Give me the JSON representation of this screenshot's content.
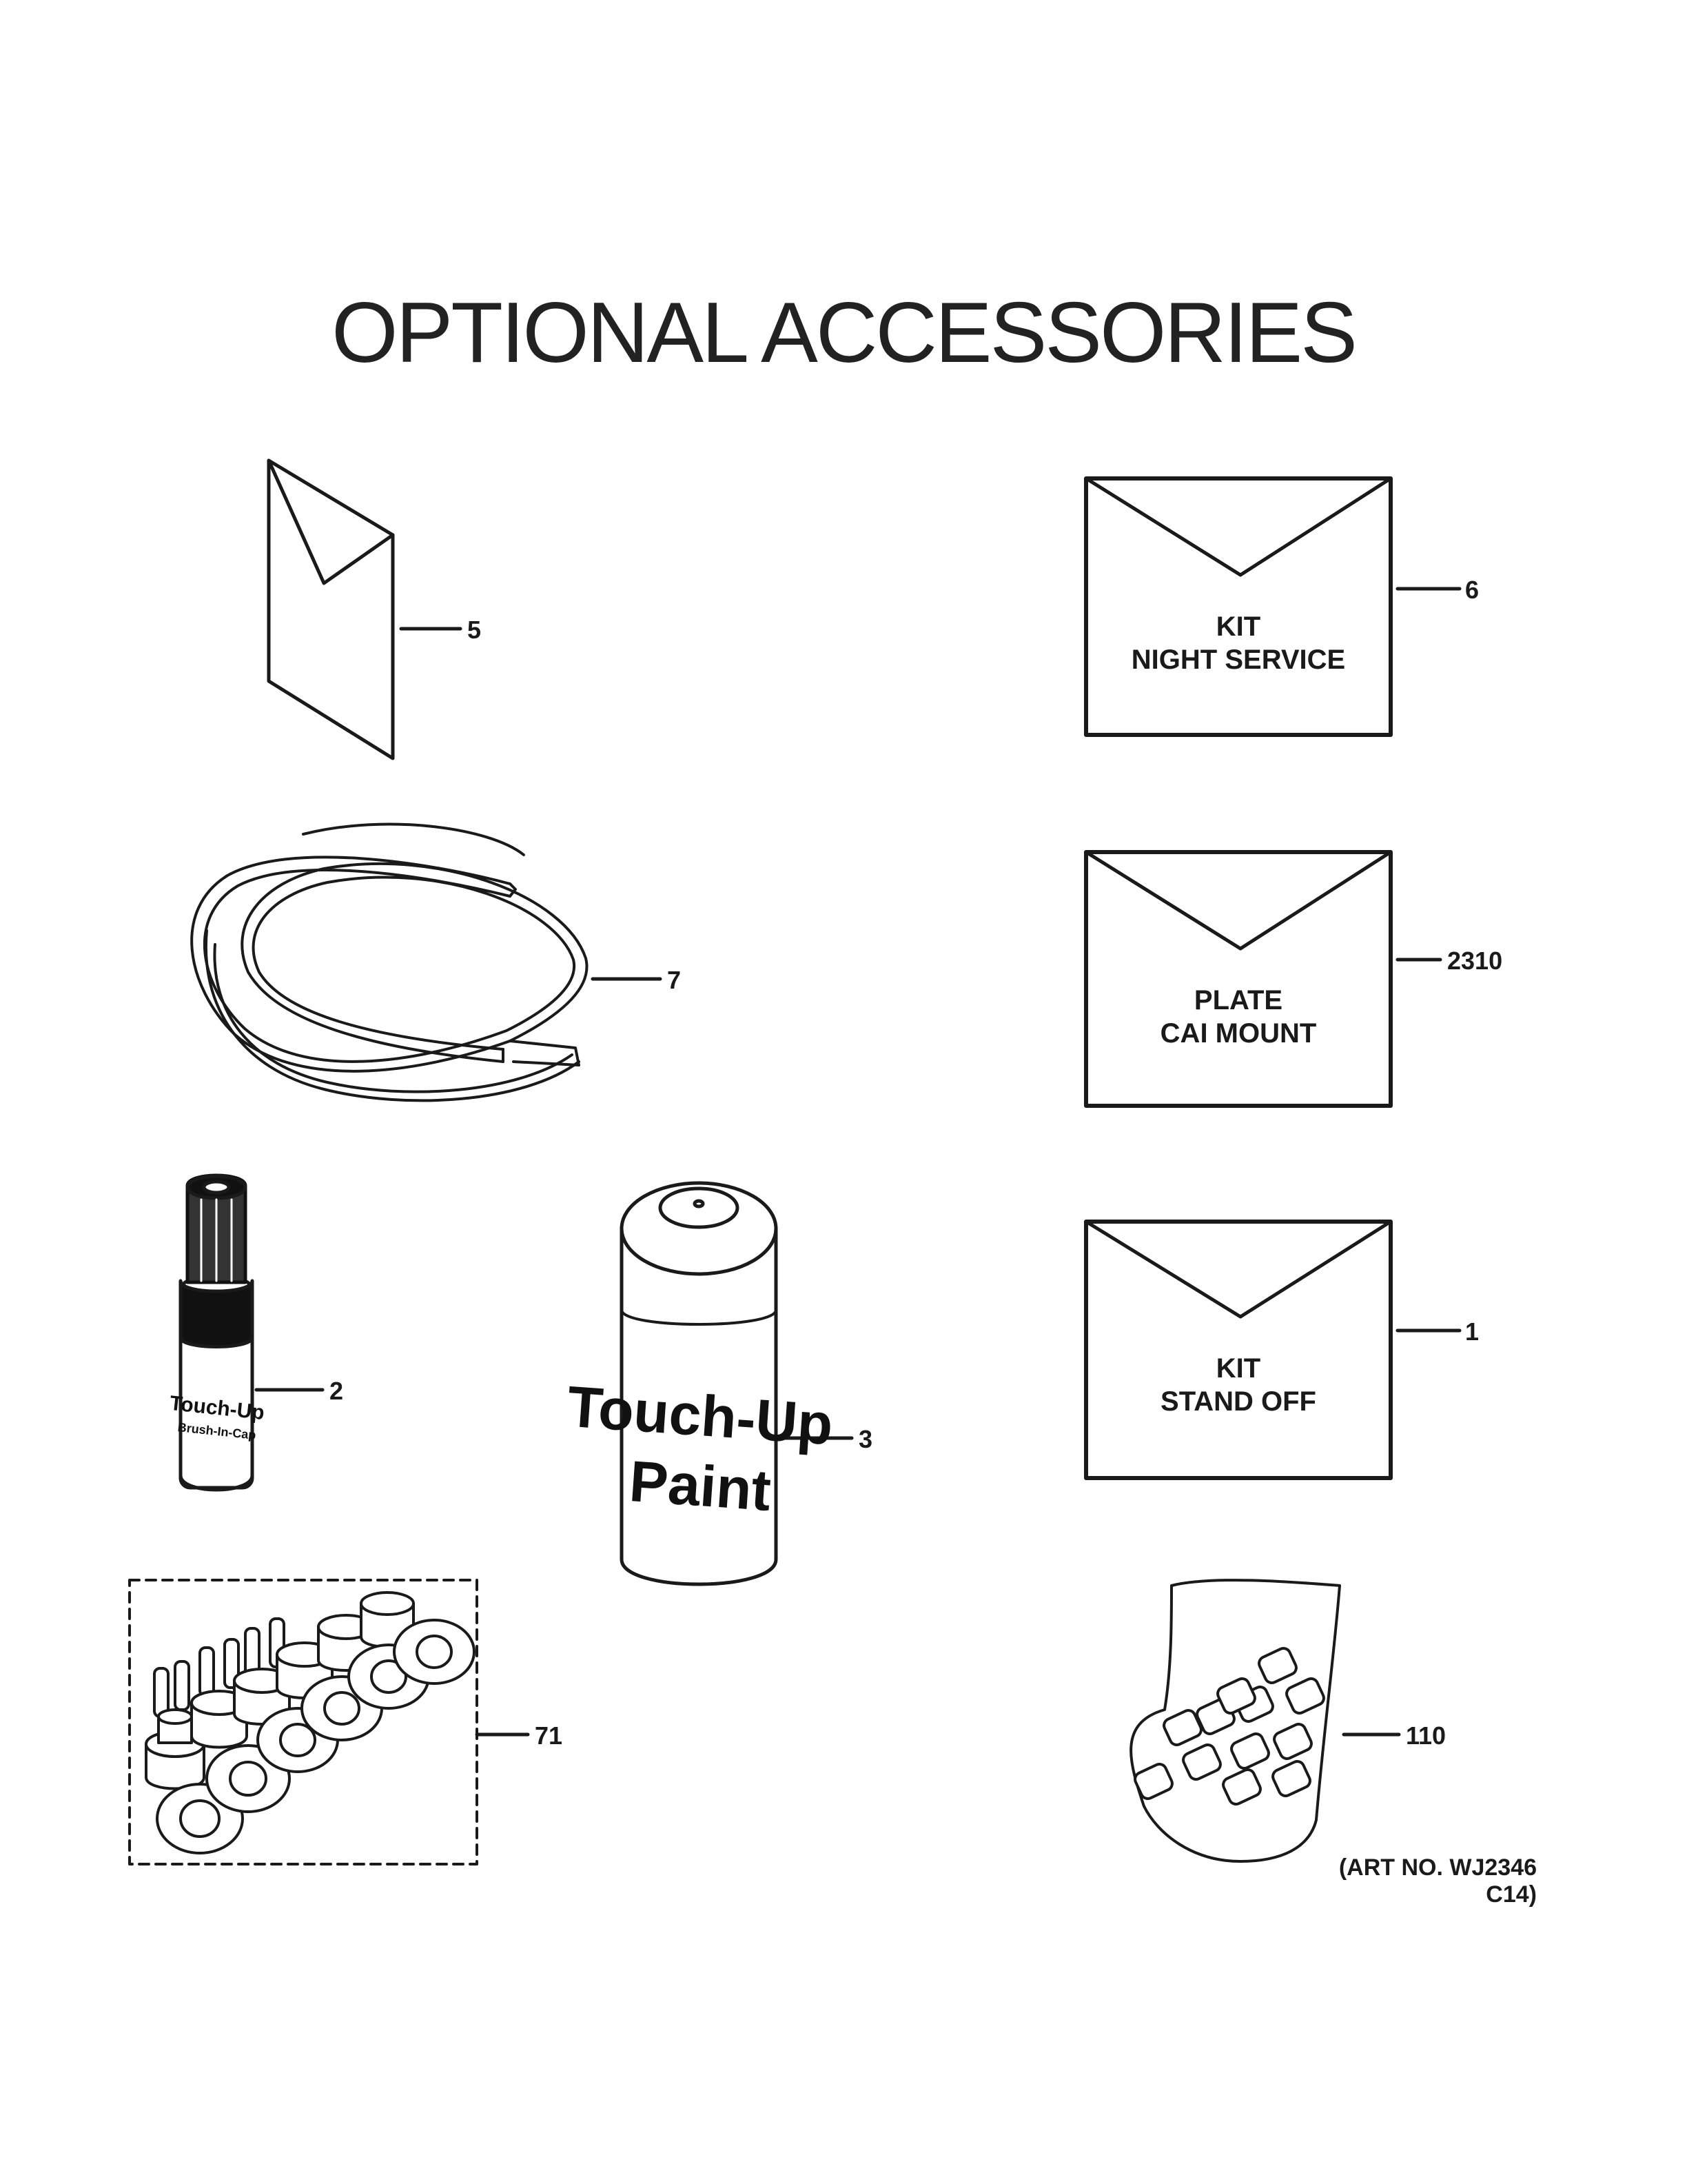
{
  "title": "OPTIONAL ACCESSORIES",
  "art_number": "(ART NO. WJ2346 C14)",
  "callouts": {
    "c5": "5",
    "c6": "6",
    "c7": "7",
    "c2310": "2310",
    "c2": "2",
    "c3": "3",
    "c1": "1",
    "c71": "71",
    "c110": "110"
  },
  "envelopes": {
    "night_service": {
      "line1": "KIT",
      "line2": "NIGHT SERVICE"
    },
    "cai_mount": {
      "line1": "PLATE",
      "line2": "CAI MOUNT"
    },
    "stand_off": {
      "line1": "KIT",
      "line2": "STAND OFF"
    }
  },
  "touchup_pen": {
    "line1": "Touch-Up",
    "line2": "Brush-In-Cap"
  },
  "touchup_can": {
    "line1": "Touch-Up",
    "line2": "Paint"
  },
  "icons": [
    "document-icon",
    "envelope-icon",
    "gasket-tube-icon",
    "touchup-pen-icon",
    "spray-can-icon",
    "spacer-kit-icon",
    "screw-bag-icon"
  ]
}
